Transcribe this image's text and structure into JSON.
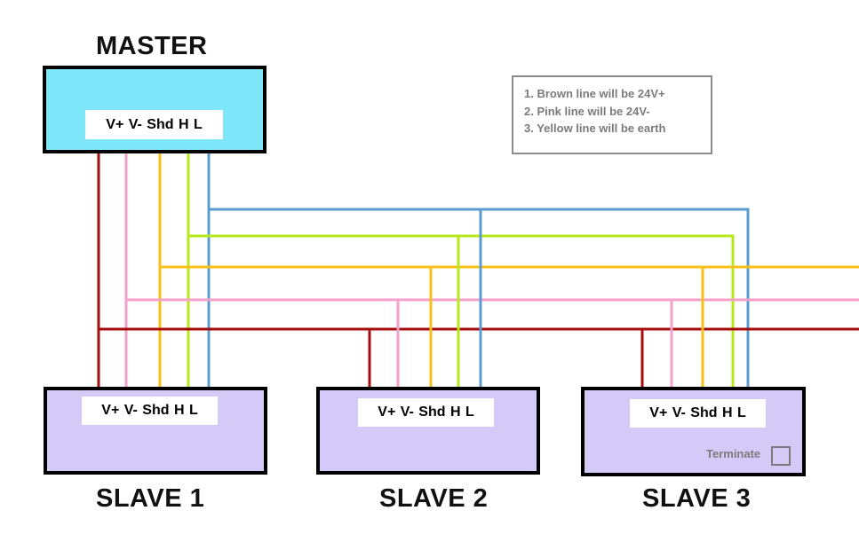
{
  "master": {
    "title": "MASTER",
    "terminals": "V+  V-  Shd  H  L"
  },
  "slaves": [
    {
      "title": "SLAVE 1",
      "terminals": "V+  V-  Shd  H  L"
    },
    {
      "title": "SLAVE 2",
      "terminals": "V+  V-  Shd  H  L"
    },
    {
      "title": "SLAVE 3",
      "terminals": "V+  V-  Shd  H  L",
      "terminate_label": "Terminate"
    }
  ],
  "notes": [
    "1. Brown line will be 24V+",
    "2. Pink line will be 24V-",
    "3. Yellow line will be earth"
  ],
  "colors": {
    "brown": "#a50d0d",
    "pink": "#f5a0c8",
    "yellow": "#f7c11a",
    "green": "#b6e81a",
    "blue": "#5b9bd0",
    "master_fill": "#7ee8fa",
    "slave_fill": "#d4c9f7"
  }
}
